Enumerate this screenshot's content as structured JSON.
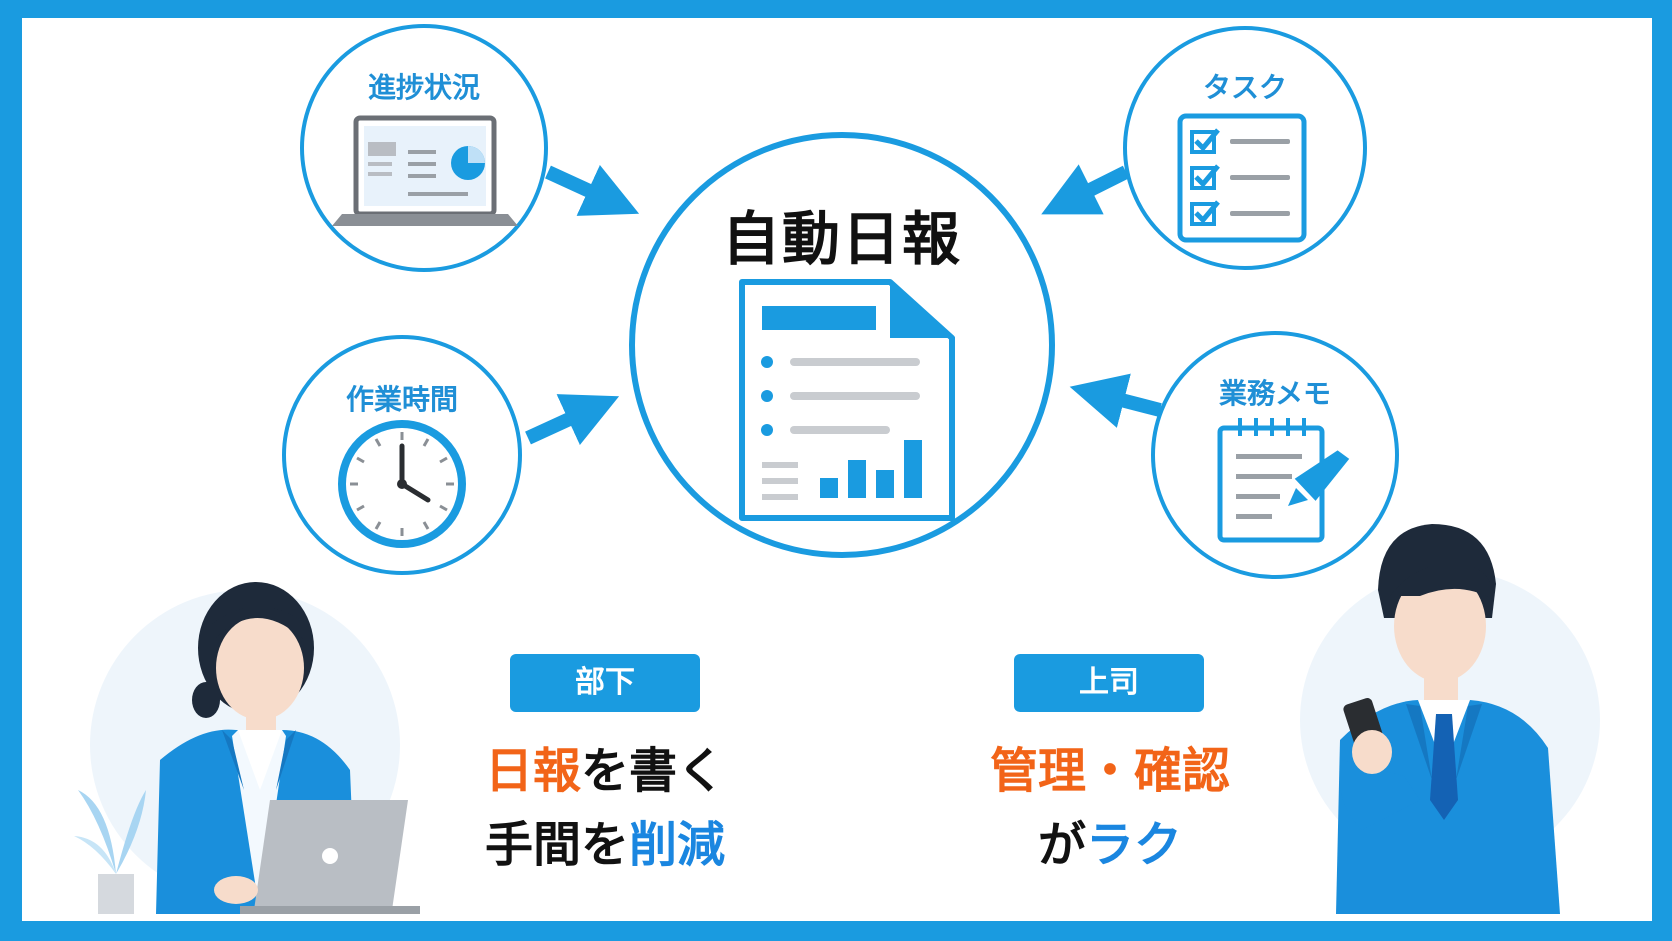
{
  "center": {
    "title": "自動日報"
  },
  "inputs": {
    "progress": {
      "label": "進捗状況",
      "icon": "laptop-pie-chart-icon"
    },
    "tasks": {
      "label": "タスク",
      "icon": "checklist-icon"
    },
    "work_time": {
      "label": "作業時間",
      "icon": "clock-icon"
    },
    "memo": {
      "label": "業務メモ",
      "icon": "notepad-pencil-icon"
    }
  },
  "subordinate": {
    "badge": "部下",
    "line1_highlight": "日報",
    "line1_rest": "を書く",
    "line2_start": "手間を",
    "line2_highlight": "削減"
  },
  "manager": {
    "badge": "上司",
    "line1": "管理・確認",
    "line2_start": "が",
    "line2_highlight": "ラク"
  },
  "colors": {
    "accent": "#1a9be0",
    "highlight_orange": "#f26418",
    "highlight_blue": "#1a86e0",
    "frame": "#1a9be0"
  }
}
